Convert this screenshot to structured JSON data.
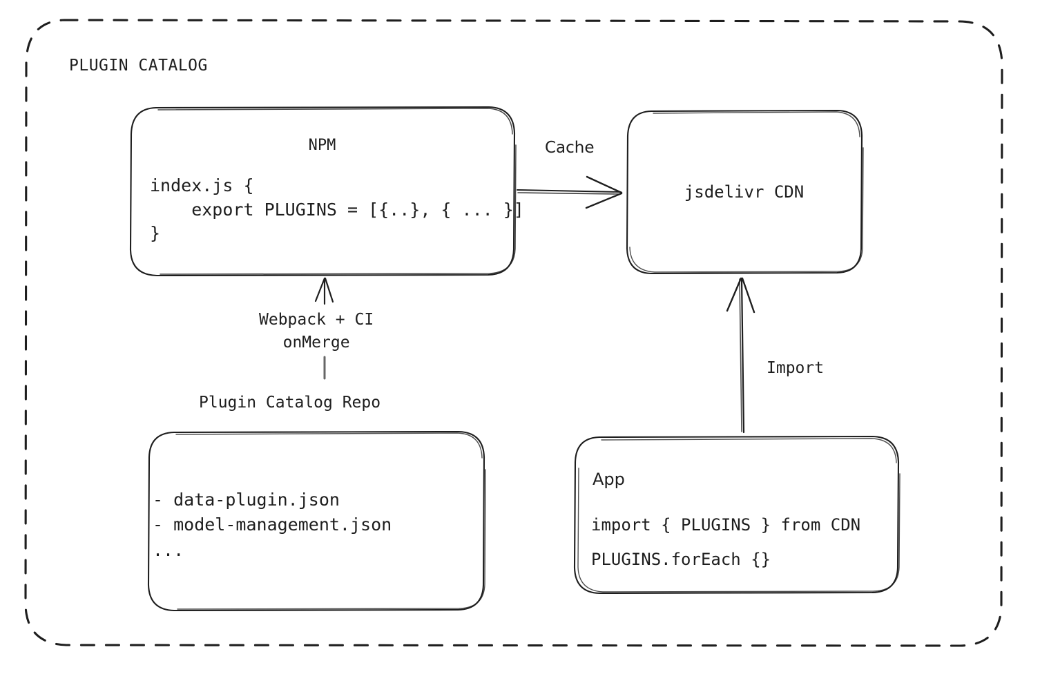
{
  "diagram": {
    "container": {
      "title": "PLUGIN CATALOG",
      "border_style": "dashed",
      "border_color": "#1e1e1e"
    },
    "nodes": {
      "npm": {
        "title": "NPM",
        "code": "index.js {\n    export PLUGINS = [{..}, { ... }]\n}"
      },
      "cdn": {
        "title": "jsdelivr CDN"
      },
      "repo": {
        "label": "Plugin Catalog Repo",
        "list": "- data-plugin.json\n- model-management.json\n..."
      },
      "app": {
        "title": "App",
        "line1": "import { PLUGINS } from CDN",
        "line2": "PLUGINS.forEach {}"
      }
    },
    "edges": {
      "cache": {
        "label": "Cache",
        "from": "npm",
        "to": "cdn",
        "direction": "right"
      },
      "build": {
        "label": "Webpack + CI\nonMerge",
        "from": "repo",
        "to": "npm",
        "direction": "up"
      },
      "import": {
        "label": "Import",
        "from": "app",
        "to": "cdn",
        "direction": "up"
      }
    },
    "colors": {
      "stroke": "#1e1e1e",
      "background": "#ffffff",
      "text": "#1e1e1e"
    }
  }
}
